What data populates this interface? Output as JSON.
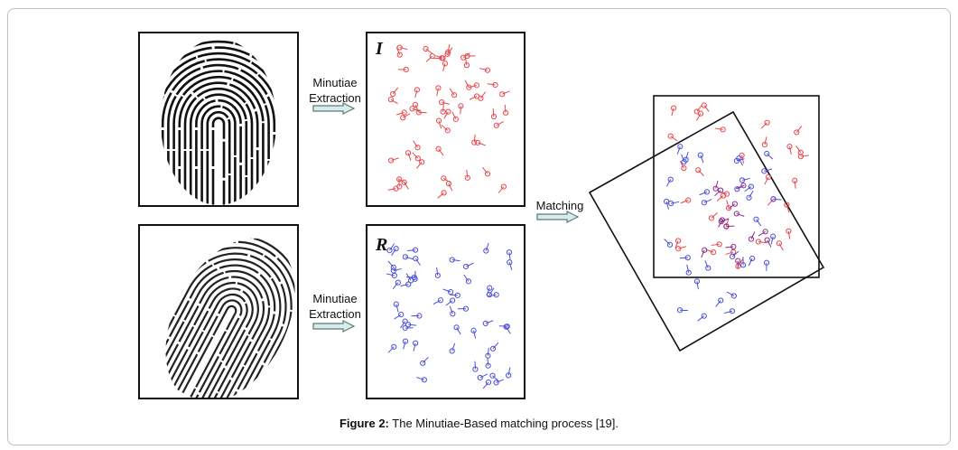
{
  "labels": {
    "top_step": "Minutiae\nExtraction",
    "bottom_step": "Minutiae\nExtraction",
    "matching": "Matching",
    "input_letter": "I",
    "reference_letter": "R"
  },
  "caption": {
    "prefix": "Figure 2:",
    "text": " The Minutiae-Based matching process [19]."
  },
  "colors": {
    "input_minutiae": "#e8474b",
    "reference_minutiae": "#4a4fd8",
    "overlap_minutiae": "#8a2a8a",
    "arrow_fill": "#d8ecec",
    "arrow_stroke": "#5a7a7a"
  }
}
